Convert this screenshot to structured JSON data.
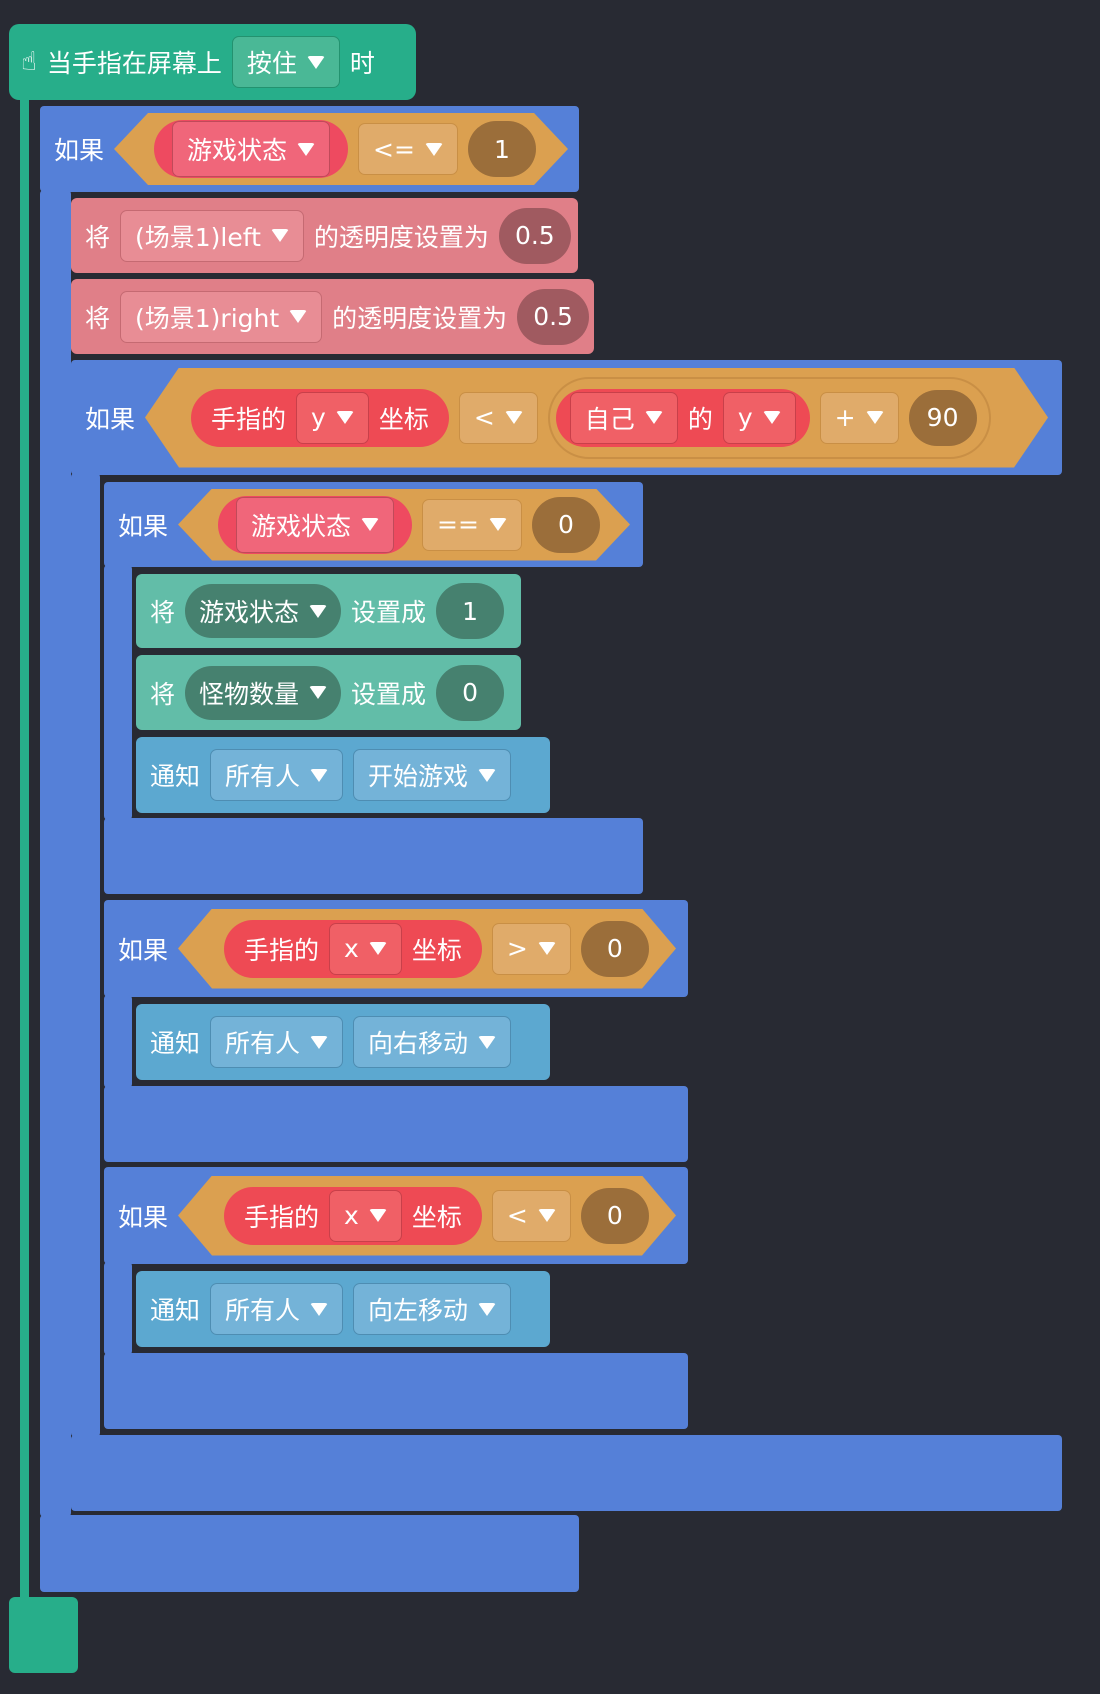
{
  "hat": {
    "label": "当手指在屏幕上",
    "trigger": "按住",
    "suffix": "时",
    "icon": "hand-pointer-icon"
  },
  "if1": {
    "label": "如果",
    "var": "游戏状态",
    "op": "<=",
    "value": "1"
  },
  "set_opacity": [
    {
      "prefix": "将",
      "target": "(场景1)left",
      "action": "的透明度设置为",
      "value": "0.5"
    },
    {
      "prefix": "将",
      "target": "(场景1)right",
      "action": "的透明度设置为",
      "value": "0.5"
    }
  ],
  "if2": {
    "label": "如果",
    "finger": "手指的",
    "axis": "y",
    "coord": "坐标",
    "op": "<",
    "self": "自己",
    "of": "的",
    "self_axis": "y",
    "plus": "+",
    "value": "90"
  },
  "if3": {
    "label": "如果",
    "var": "游戏状态",
    "op": "==",
    "value": "0"
  },
  "set_vars": [
    {
      "prefix": "将",
      "var": "游戏状态",
      "action": "设置成",
      "value": "1"
    },
    {
      "prefix": "将",
      "var": "怪物数量",
      "action": "设置成",
      "value": "0"
    }
  ],
  "notify1": {
    "label": "通知",
    "target": "所有人",
    "message": "开始游戏"
  },
  "if4": {
    "label": "如果",
    "finger": "手指的",
    "axis": "x",
    "coord": "坐标",
    "op": ">",
    "value": "0"
  },
  "notify2": {
    "label": "通知",
    "target": "所有人",
    "message": "向右移动"
  },
  "if5": {
    "label": "如果",
    "finger": "手指的",
    "axis": "x",
    "coord": "坐标",
    "op": "<",
    "value": "0"
  },
  "notify3": {
    "label": "通知",
    "target": "所有人",
    "message": "向左移动"
  },
  "colors": {
    "background": "#282a33",
    "event": "#27ae8a",
    "control": "#5580d8",
    "operator": "#dba050",
    "appearance": "#e07f88",
    "variable": "#62bda8",
    "notify": "#5ca8d0"
  }
}
